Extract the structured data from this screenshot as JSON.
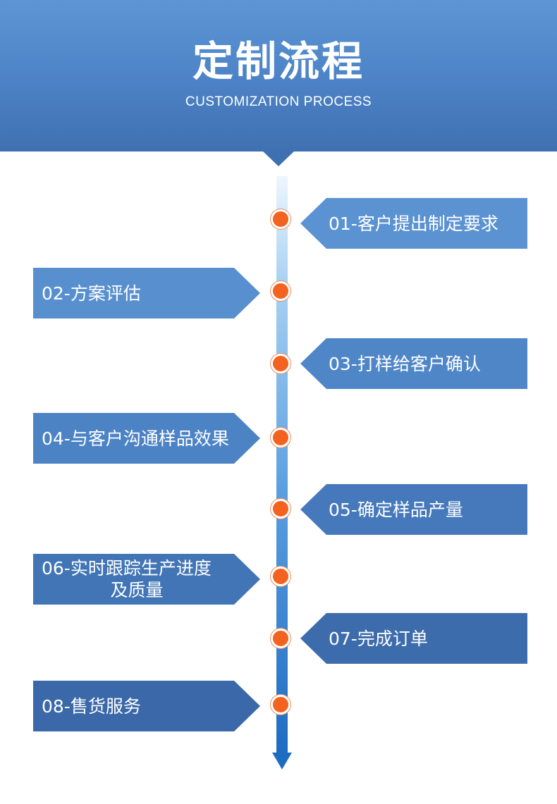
{
  "header": {
    "title": "定制流程",
    "subtitle": "CUSTOMIZATION PROCESS"
  },
  "colors": {
    "header_top": "#5e95d3",
    "header_bottom": "#3f70b2",
    "dot": "#f4621f",
    "axis_top": "#d9ecfa",
    "axis_bottom": "#1e6cc2"
  },
  "steps": [
    {
      "side": "right",
      "lines": [
        "01-客户提出制定要求"
      ],
      "color": "#5b92d2"
    },
    {
      "side": "left",
      "lines": [
        "02-方案评估"
      ],
      "color": "#5890cf"
    },
    {
      "side": "right",
      "lines": [
        "03-打样给客户确认"
      ],
      "color": "#4f86c8"
    },
    {
      "side": "left",
      "lines": [
        "04-与客户沟通样品效果"
      ],
      "color": "#4c83c5"
    },
    {
      "side": "right",
      "lines": [
        "05-确定样品产量"
      ],
      "color": "#4679bb"
    },
    {
      "side": "left",
      "lines": [
        "06-实时跟踪生产进度",
        "及质量"
      ],
      "color": "#4275b6"
    },
    {
      "side": "right",
      "lines": [
        "07-完成订单"
      ],
      "color": "#3d6cad"
    },
    {
      "side": "left",
      "lines": [
        "08-售货服务"
      ],
      "color": "#3a68a8"
    }
  ]
}
